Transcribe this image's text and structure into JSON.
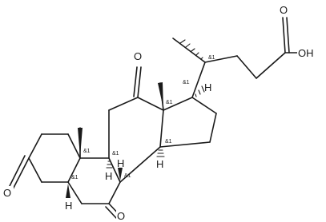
{
  "diagram": {
    "labels": {
      "oxygen_atom": "O",
      "hydrogen_atom": "H",
      "acid_group": "OH",
      "stereo_descriptor": "&1"
    }
  }
}
